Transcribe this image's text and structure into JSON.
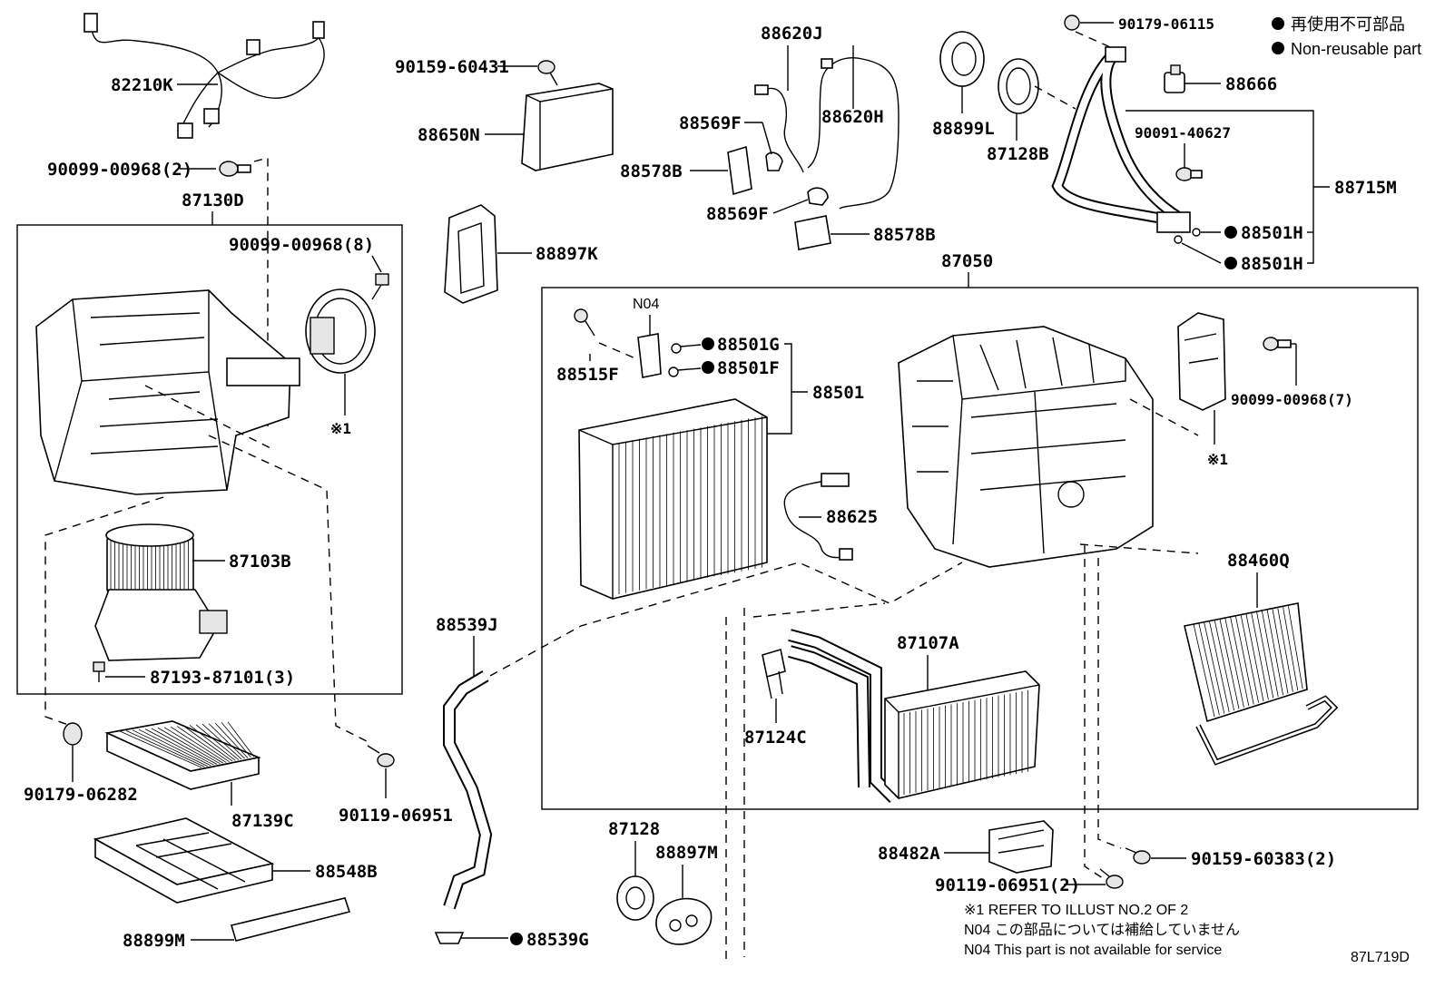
{
  "diagram_id": "87L719D",
  "legend": {
    "jp": "再使用不可部品",
    "en": "Non-reusable part"
  },
  "notes": {
    "note1": "※1 REFER TO ILLUST NO.2 OF 2",
    "note2_jp": "N04 この部品については補給していません",
    "note2_en": "N04 This part is not available for service"
  },
  "labels": {
    "p82210K": "82210K",
    "p90099_00968_2": "90099-00968(2)",
    "p87130D": "87130D",
    "p90099_00968_8": "90099-00968(8)",
    "ref1_left": "※1",
    "p87103B": "87103B",
    "p87193_87101_3": "87193-87101(3)",
    "p90179_06282": "90179-06282",
    "p87139C": "87139C",
    "p90119_06951": "90119-06951",
    "p88548B": "88548B",
    "p88899M": "88899M",
    "p90159_60431": "90159-60431",
    "p88650N": "88650N",
    "p88897K": "88897K",
    "p88539J": "88539J",
    "p88539G": "88539G",
    "p88620J": "88620J",
    "p88569F_top": "88569F",
    "p88620H": "88620H",
    "p88578B_left": "88578B",
    "p88569F_bottom": "88569F",
    "p88578B_right": "88578B",
    "p88899L": "88899L",
    "p87128B": "87128B",
    "p90179_06115": "90179-06115",
    "p88666": "88666",
    "p90091_40627": "90091-40627",
    "p88715M": "88715M",
    "p88501H_a": "88501H",
    "p88501H_b": "88501H",
    "p87050": "87050",
    "n04": "N04",
    "p88515F": "88515F",
    "p88501G": "88501G",
    "p88501F": "88501F",
    "p88501": "88501",
    "p88625": "88625",
    "p90099_00968_7": "90099-00968(7)",
    "ref1_right": "※1",
    "p88460Q": "88460Q",
    "p87107A": "87107A",
    "p87124C": "87124C",
    "p87128": "87128",
    "p88897M": "88897M",
    "p88482A": "88482A",
    "p90119_06951_2": "90119-06951(2)",
    "p90159_60383_2": "90159-60383(2)"
  }
}
